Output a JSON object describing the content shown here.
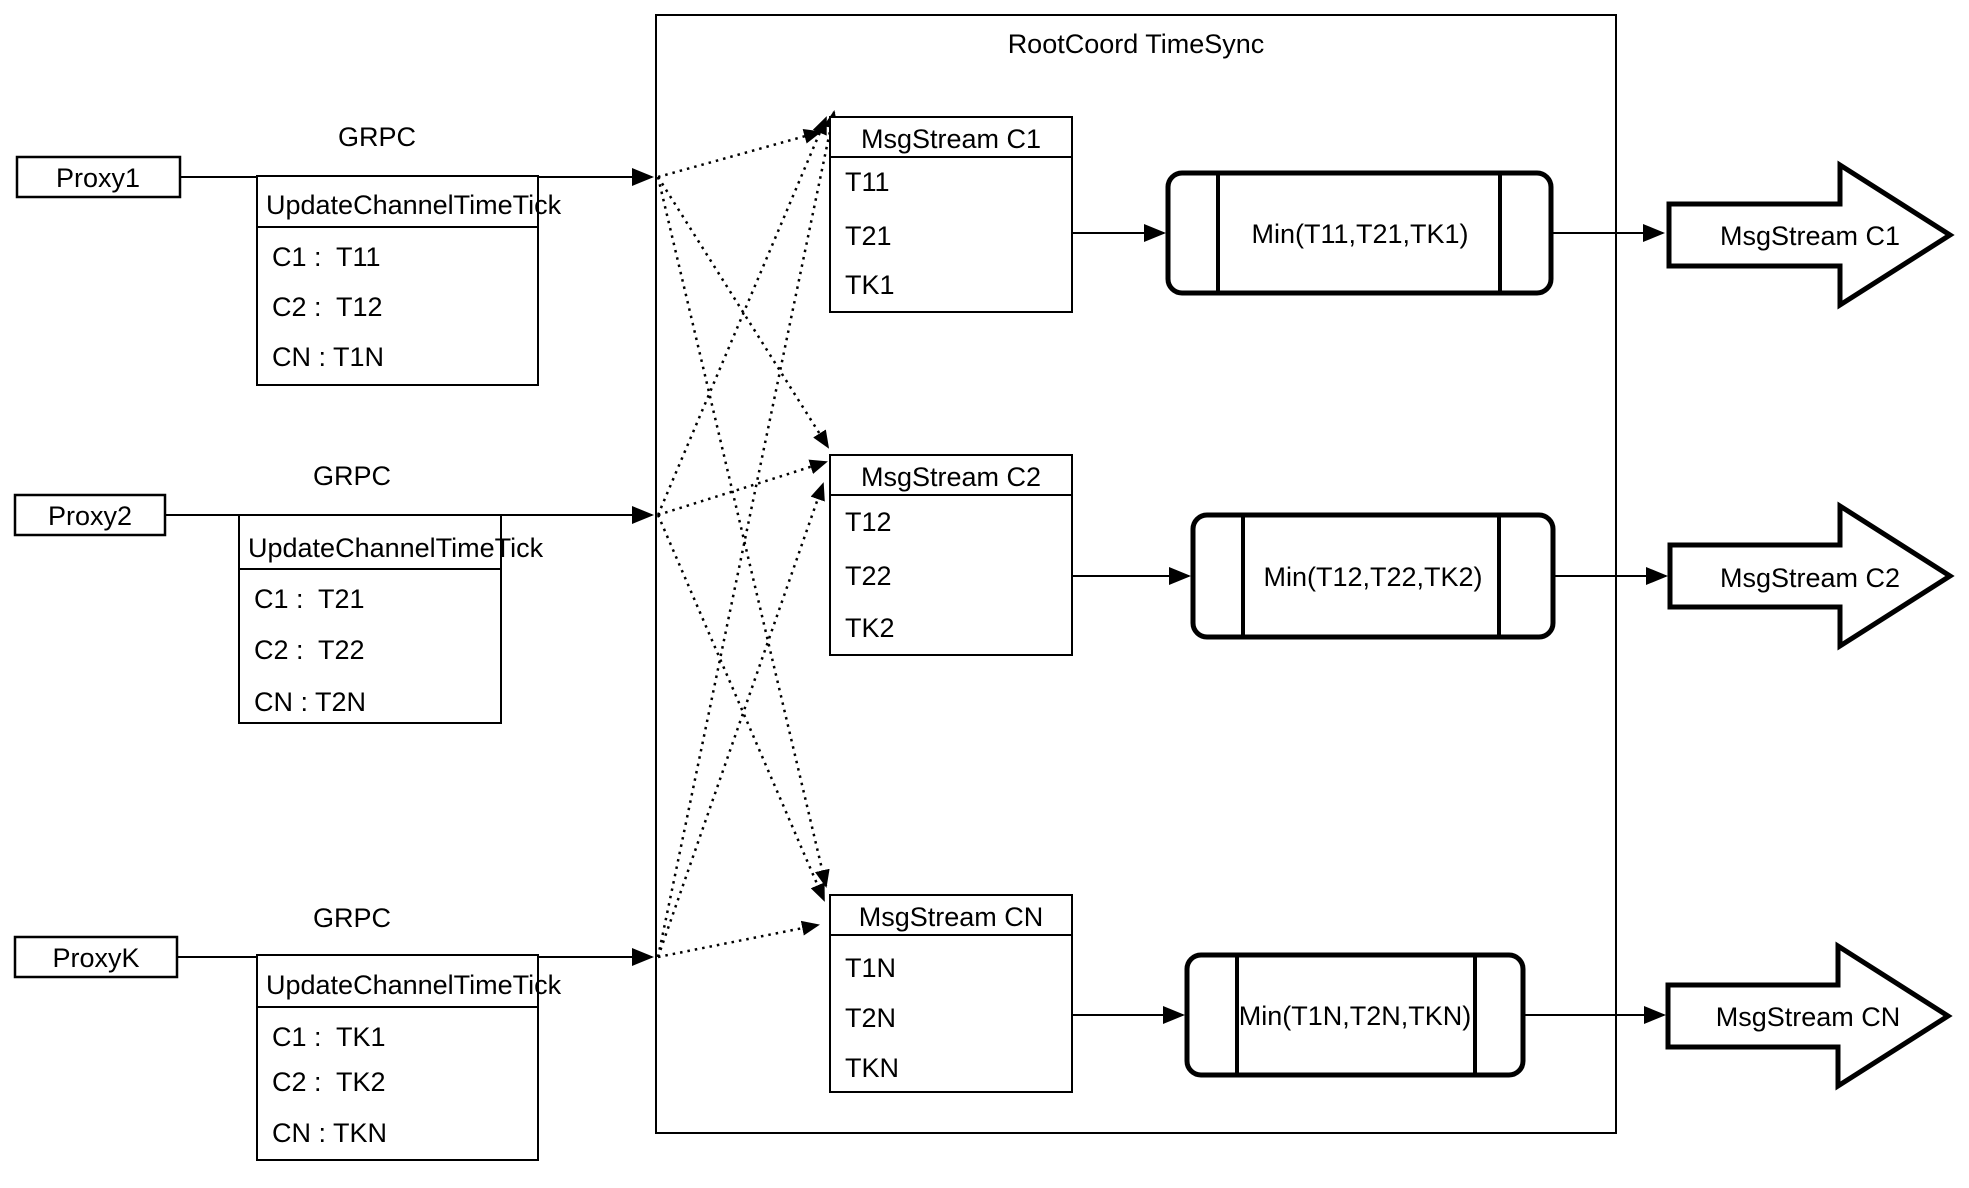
{
  "title": "RootCoord TimeSync",
  "colors": {
    "ink": "#000000",
    "paper": "#ffffff"
  },
  "proxies": [
    {
      "label": "Proxy1",
      "protocol": "GRPC",
      "message_title": "UpdateChannelTimeTick",
      "channels": [
        "C1 :  T11",
        "C2 :  T12",
        "CN : T1N"
      ]
    },
    {
      "label": "Proxy2",
      "protocol": "GRPC",
      "message_title": "UpdateChannelTimeTick",
      "channels": [
        "C1 :  T21",
        "C2 :  T22",
        "CN : T2N"
      ]
    },
    {
      "label": "ProxyK",
      "protocol": "GRPC",
      "message_title": "UpdateChannelTimeTick",
      "channels": [
        "C1 :  TK1",
        "C2 :  TK2",
        "CN : TKN"
      ]
    }
  ],
  "streams": [
    {
      "title": "MsgStream C1",
      "ticks": [
        "T11",
        "T21",
        "TK1"
      ],
      "min_label": "Min(T11,T21,TK1)",
      "output_label": "MsgStream C1"
    },
    {
      "title": "MsgStream C2",
      "ticks": [
        "T12",
        "T22",
        "TK2"
      ],
      "min_label": "Min(T12,T22,TK2)",
      "output_label": "MsgStream C2"
    },
    {
      "title": "MsgStream CN",
      "ticks": [
        "T1N",
        "T2N",
        "TKN"
      ],
      "min_label": "Min(T1N,T2N,TKN)",
      "output_label": "MsgStream CN"
    }
  ]
}
